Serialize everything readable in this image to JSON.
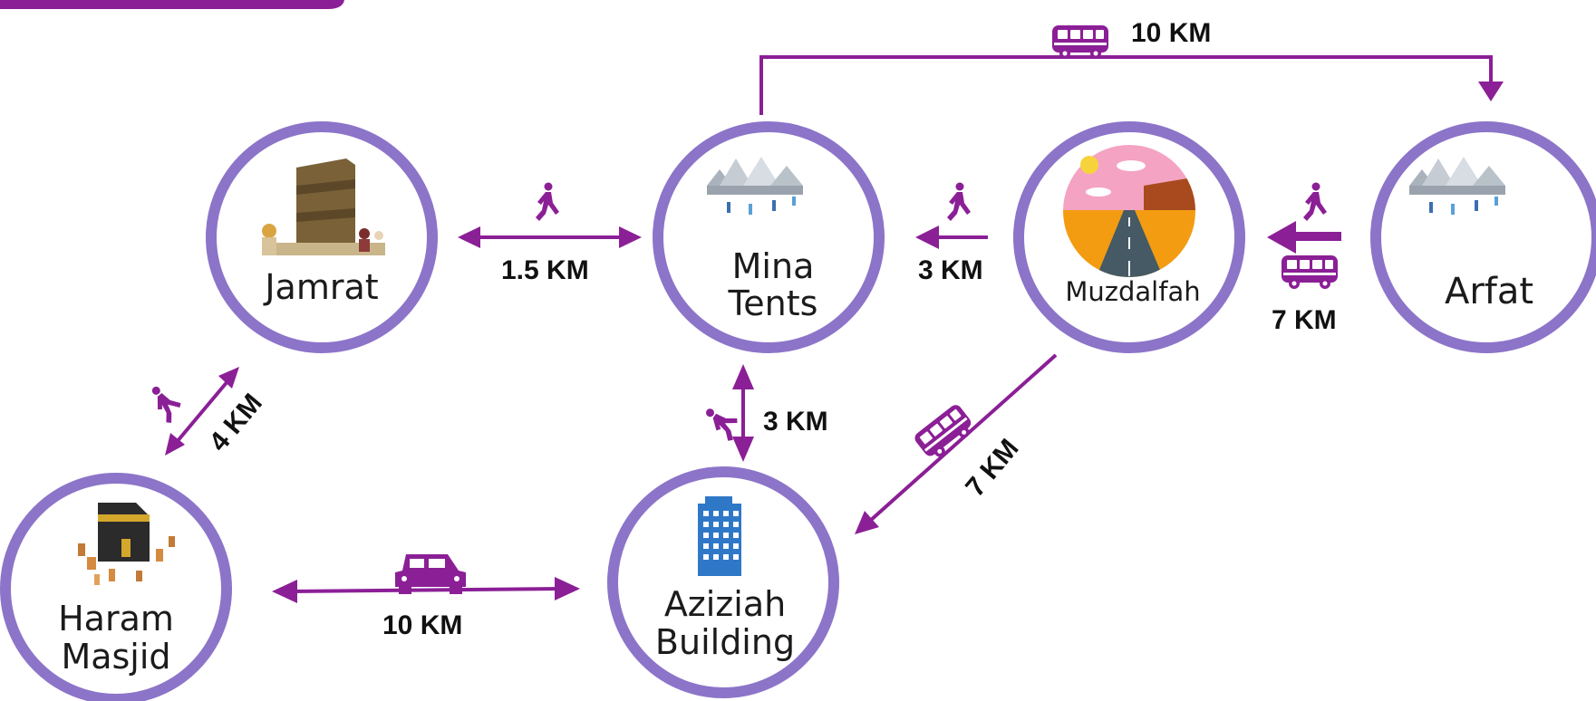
{
  "colors": {
    "accent": "#8b1f96",
    "ring": "#8c74c9",
    "text": "#1b1b1b",
    "building": "#2f78c8",
    "kaaba": "#2b2b2b",
    "tent": "#c9cfd6",
    "desert": "#f39c12",
    "sky": "#f48fb1"
  },
  "nodes": {
    "jamrat": {
      "label": "Jamrat"
    },
    "mina": {
      "label_line1": "Mina",
      "label_line2": "Tents"
    },
    "muzdalfah": {
      "label": "Muzdalfah"
    },
    "arfat": {
      "label": "Arfat"
    },
    "haram": {
      "label_line1": "Haram",
      "label_line2": "Masjid"
    },
    "aziziah": {
      "label_line1": "Aziziah",
      "label_line2": "Building"
    }
  },
  "routes": {
    "mina_arfat": {
      "distance": "10 KM",
      "mode_icon": "bus-icon"
    },
    "jamrat_mina": {
      "distance": "1.5 KM",
      "mode_icon": "walk-icon"
    },
    "muzdalfah_mina": {
      "distance": "3 KM",
      "mode_icon": "walk-icon"
    },
    "arfat_muzdalfah": {
      "distance": "7 KM",
      "mode_icons": [
        "walk-icon",
        "bus-icon"
      ]
    },
    "haram_jamrat": {
      "distance": "4 KM",
      "mode_icon": "walk-icon"
    },
    "mina_aziziah": {
      "distance": "3 KM",
      "mode_icon": "walk-icon"
    },
    "muzdalfah_aziziah": {
      "distance": "7 KM",
      "mode_icon": "bus-icon"
    },
    "haram_aziziah": {
      "distance": "10 KM",
      "mode_icon": "car-icon"
    }
  }
}
